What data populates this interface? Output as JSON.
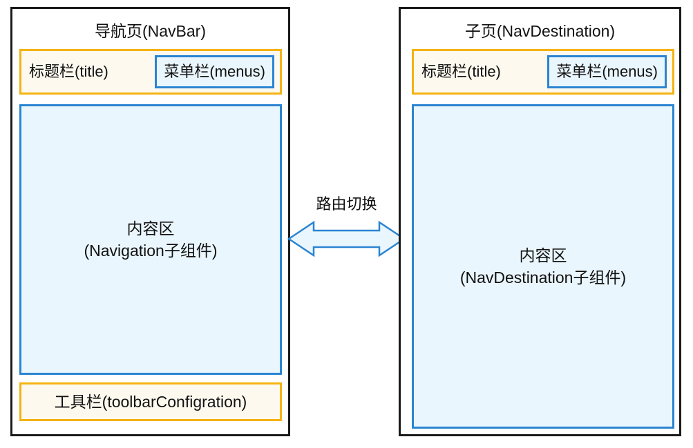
{
  "diagram": {
    "title_implicit": "",
    "colors": {
      "panel_border": "#1a1a1a",
      "titlebar_border": "#f5b312",
      "titlebar_fill": "#fdf9ef",
      "blue_border": "#2a84d2",
      "blue_fill": "#eaf6fd",
      "text": "#111111",
      "background": "#ffffff"
    },
    "left_panel": {
      "title": "导航页(NavBar)",
      "titlebar": {
        "title_label": "标题栏(title)",
        "menus_label": "菜单栏(menus)"
      },
      "content": {
        "line1": "内容区",
        "line2": "(Navigation子组件)"
      },
      "toolbar": {
        "label": "工具栏(toolbarConfigration)"
      }
    },
    "right_panel": {
      "title": "子页(NavDestination)",
      "titlebar": {
        "title_label": "标题栏(title)",
        "menus_label": "菜单栏(menus)"
      },
      "content": {
        "line1": "内容区",
        "line2": "(NavDestination子组件)"
      }
    },
    "connector": {
      "label": "路由切换",
      "icon": "double-headed-arrow-icon",
      "fill": "#eaf6fd",
      "stroke": "#2a84d2"
    }
  }
}
